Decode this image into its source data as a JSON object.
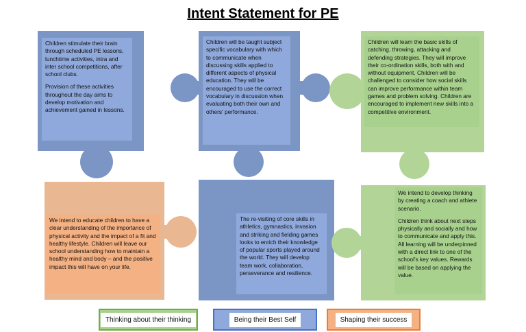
{
  "title": "Intent Statement for PE",
  "pieces": [
    {
      "id": "top-left",
      "color": "#7b95c4",
      "paragraphs": [
        " Children stimulate their brain through scheduled PE lessons, lunchtime activities, intra and inter school competitions, after school clubs.",
        "Provision of these activities throughout the day aims to develop motivation and achievement gained in lessons."
      ]
    },
    {
      "id": "top-middle",
      "color": "#7b95c4",
      "paragraphs": [
        "Children will be taught subject specific vocabulary with which to communicate when discussing skills applied to different aspects of physical education. They will be encouraged to use the correct vocabulary in discussion when evaluating both their own and others' performance."
      ]
    },
    {
      "id": "top-right",
      "color": "#b2d597",
      "paragraphs": [
        "Children will learn the basic skills of catching, throwing, attacking and defending strategies.  They will improve their co-ordination skills, both with and without equipment.  Children will be challenged to consider how social skills can improve performance within team games and problem solving.  Children are encouraged to implement new skills into a competitive environment."
      ]
    },
    {
      "id": "bottom-left",
      "color": "#e9b791",
      "paragraphs": [
        "We intend to educate children to have a clear understanding of the importance of physical activity and the impact of a fit and healthy lifestyle. Children will leave our school understanding how to maintain a healthy mind and body – and the positive impact this will have on your life."
      ]
    },
    {
      "id": "bottom-middle",
      "color": "#7b95c4",
      "paragraphs": [
        "The re-visiting of core skills in athletics, gymnastics, invasion and striking and fielding games looks to enrich their knowledge of popular sports played around the world. They will develop team work, collaboration, perseverance and resilience."
      ]
    },
    {
      "id": "bottom-right",
      "color": "#b2d597",
      "paragraphs": [
        "We intend to develop thinking by creating a coach and athlete scenario.",
        "Children think about next steps physically and socially and how to communicate and apply this.  All learning will be underpinned with a direct link to one of the school's key values.  Rewards will be based on applying the value."
      ]
    }
  ],
  "legend": [
    {
      "label": "Thinking about their thinking",
      "color": "#a9d18e",
      "border": "#70ad47"
    },
    {
      "label": "Being their Best Self",
      "color": "#8fa9dc",
      "border": "#4472c4"
    },
    {
      "label": "Shaping their success",
      "color": "#f4b183",
      "border": "#ed7d31"
    }
  ]
}
